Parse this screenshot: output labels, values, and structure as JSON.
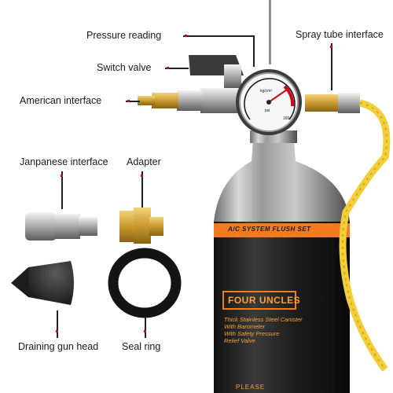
{
  "labels": {
    "pressure_reading": "Pressure reading",
    "switch_valve": "Switch valve",
    "american_interface": "American interface",
    "spray_tube_interface": "Spray tube interface",
    "japanese_interface": "Janpanese interface",
    "adapter": "Adapter",
    "draining_gun_head": "Draining gun head",
    "seal_ring": "Seal ring"
  },
  "product": {
    "band_title": "A/C SYSTEM FLUSH SET",
    "brand": "FOUR UNCLES",
    "features": [
      "Thick Stainless Steel Canister",
      "With Barometer",
      "With Safety Pressure",
      "Relief Valve"
    ],
    "footer": "PLEASE"
  },
  "gauge": {
    "unit_top": "kg/cm²",
    "unit_mid": "psi",
    "scale_max": "160"
  },
  "colors": {
    "accent_red": "#d0021b",
    "canister_band": "#f47a20",
    "hose_yellow": "#f2cf3a",
    "brass": "#c99a2e"
  }
}
